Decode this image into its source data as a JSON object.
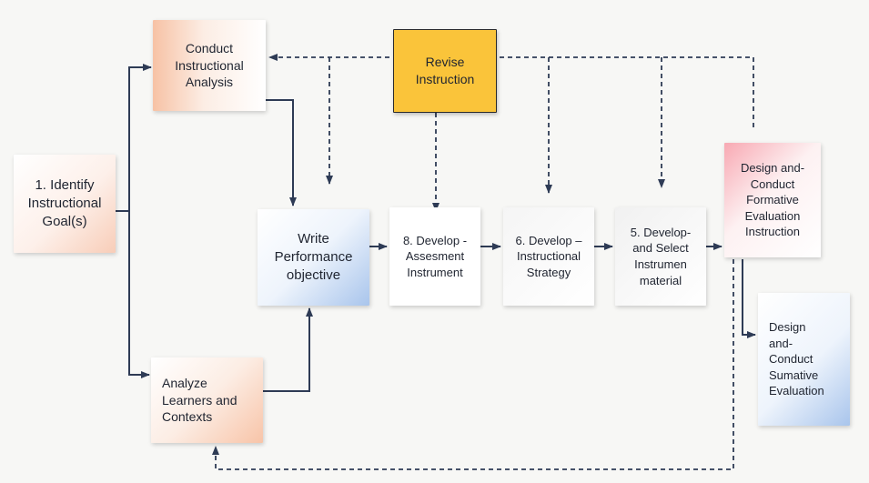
{
  "diagram": {
    "nodes": {
      "goal": "1. Identify\nInstructional\nGoal(s)",
      "analysis": "Conduct\nInstructional\nAnalysis",
      "revise": "Revise\nInstruction",
      "objective": "Write\nPerformance\nobjective",
      "assessment": "8. Develop -\nAssesment\nInstrument",
      "strategy": "6. Develop –\nInstructional\nStrategy",
      "materials": "5. Develop-\nand Select\nInstrumen\nmaterial",
      "formative": "Design and-\nConduct\nFormative\nEvaluation\nInstruction",
      "summative": "Design\nand-\nConduct\nSumative\nEvaluation",
      "learners": "Analyze\nLearners and\nContexts"
    },
    "colors": {
      "line": "#2e3b55",
      "revise_fill": "#fac43a",
      "warm_accent": "#f8c4a8",
      "cool_accent": "#a9c5ec",
      "pink_accent": "#f8a9b3"
    }
  }
}
